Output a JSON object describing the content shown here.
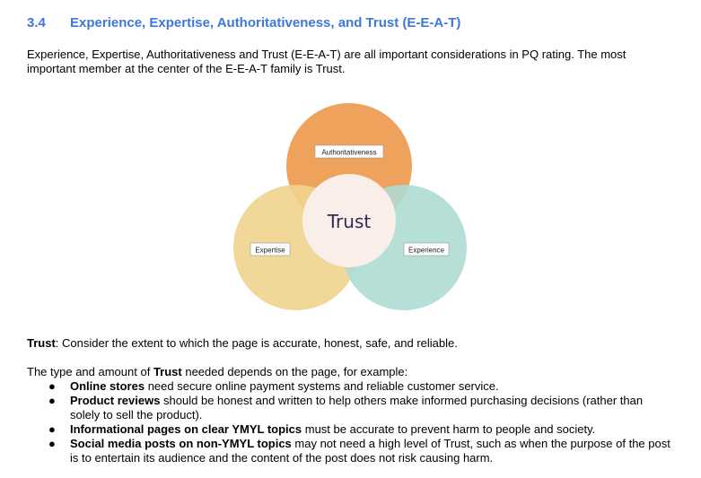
{
  "section": {
    "number": "3.4",
    "title": "Experience, Expertise, Authoritativeness, and Trust (E-E-A-T)"
  },
  "intro": "Experience, Expertise, Authoritativeness and Trust (E-E-A-T) are all important considerations in PQ rating.  The most important member at the center of the E-E-A-T family is Trust.",
  "diagram": {
    "center_label": "Trust",
    "top_label": "Authoritativeness",
    "left_label": "Expertise",
    "right_label": "Experience",
    "colors": {
      "authoritativeness": "#ee9a4e",
      "expertise": "#efd48d",
      "experience": "#aedcd3",
      "center": "#f9efe8",
      "center_text": "#2c2c5a"
    }
  },
  "trust_definition": {
    "term": "Trust",
    "text": ": Consider the extent to which the page is accurate, honest, safe, and reliable."
  },
  "type_amount": {
    "before": "The type and amount of ",
    "term": "Trust",
    "after": " needed depends on the page, for example:"
  },
  "examples": [
    {
      "bold": "Online stores",
      "text": " need secure online payment systems and reliable customer service."
    },
    {
      "bold": "Product reviews",
      "text": " should be honest and written to help others make informed purchasing decisions (rather than solely to sell the product)."
    },
    {
      "bold": "Informational pages on clear YMYL topics",
      "text": " must be accurate to prevent harm to people and society."
    },
    {
      "bold": "Social media posts on non-YMYL topics",
      "text": " may not need a high level of Trust, such as when the purpose of the post is to entertain its audience and the content of the post does not risk causing harm."
    }
  ]
}
